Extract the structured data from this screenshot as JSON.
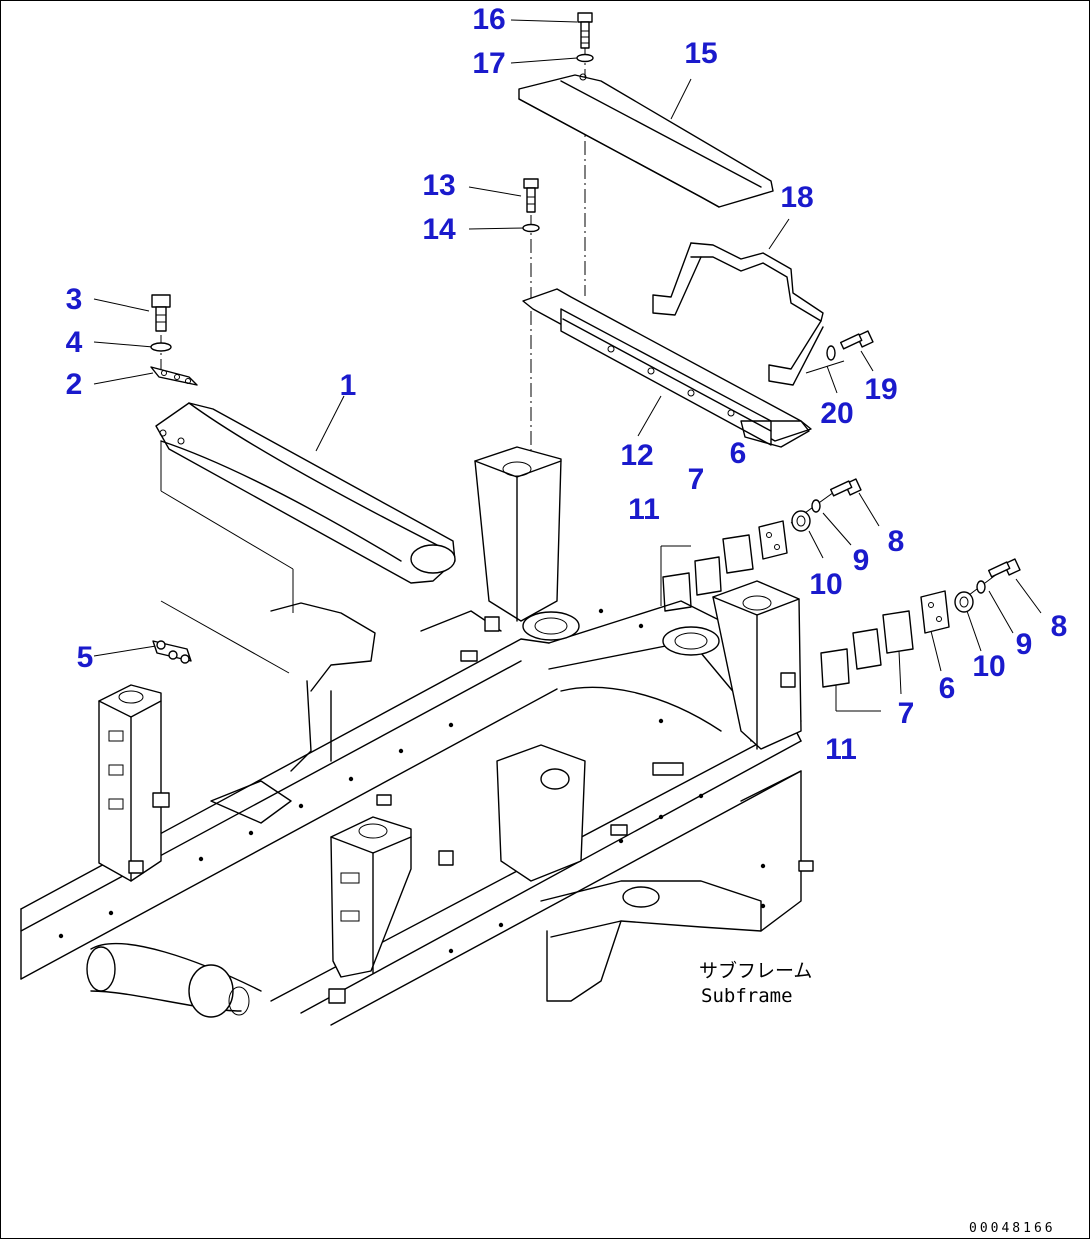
{
  "diagram": {
    "callout_color": "#1a1acc",
    "callouts": [
      {
        "label": "16",
        "part": "bolt"
      },
      {
        "label": "17",
        "part": "washer"
      },
      {
        "label": "15",
        "part": "cover"
      },
      {
        "label": "13",
        "part": "bolt"
      },
      {
        "label": "14",
        "part": "washer"
      },
      {
        "label": "18",
        "part": "bracket"
      },
      {
        "label": "3",
        "part": "bolt"
      },
      {
        "label": "4",
        "part": "washer"
      },
      {
        "label": "2",
        "part": "plate"
      },
      {
        "label": "1",
        "part": "cross-member"
      },
      {
        "label": "19",
        "part": "bolt"
      },
      {
        "label": "20",
        "part": "washer"
      },
      {
        "label": "12",
        "part": "support"
      },
      {
        "label": "6",
        "part": "block"
      },
      {
        "label": "7",
        "part": "shim"
      },
      {
        "label": "11",
        "part": "shim"
      },
      {
        "label": "8",
        "part": "bolt"
      },
      {
        "label": "9",
        "part": "washer"
      },
      {
        "label": "10",
        "part": "nut"
      },
      {
        "label": "5",
        "part": "clip"
      },
      {
        "label": "8",
        "part": "bolt"
      },
      {
        "label": "9",
        "part": "washer"
      },
      {
        "label": "10",
        "part": "nut"
      },
      {
        "label": "6",
        "part": "block"
      },
      {
        "label": "7",
        "part": "shim"
      },
      {
        "label": "11",
        "part": "shim"
      }
    ],
    "caption_jp": "サブフレーム",
    "caption_en": "Subframe",
    "doc_number": "00048166"
  }
}
